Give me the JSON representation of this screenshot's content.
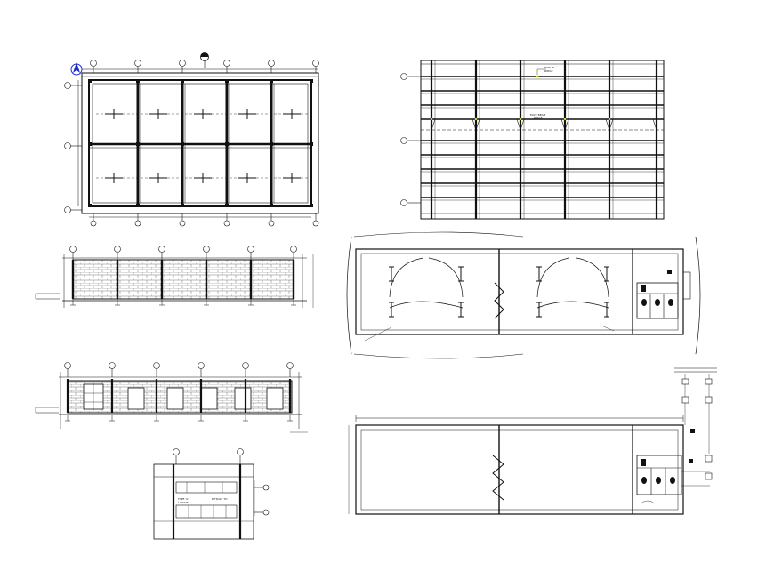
{
  "drawing": {
    "background": "#ffffff",
    "line_color": "#111111",
    "accent_color": "#d8d800",
    "north_arrow_color": "#1c2bd1"
  },
  "roof_framing": {
    "label_1": "PURLIN",
    "label_2": "RIDGE",
    "label_3": "EAVE BEAM",
    "label_4": "RIDGE"
  },
  "section_detail": {
    "label_1": "TYPE 'A'",
    "label_2": "LAYOUT",
    "label_3": "DETAILS TO"
  },
  "icons": [
    "north-arrow-icon",
    "grid-bubble-icon",
    "section-marker-icon"
  ]
}
